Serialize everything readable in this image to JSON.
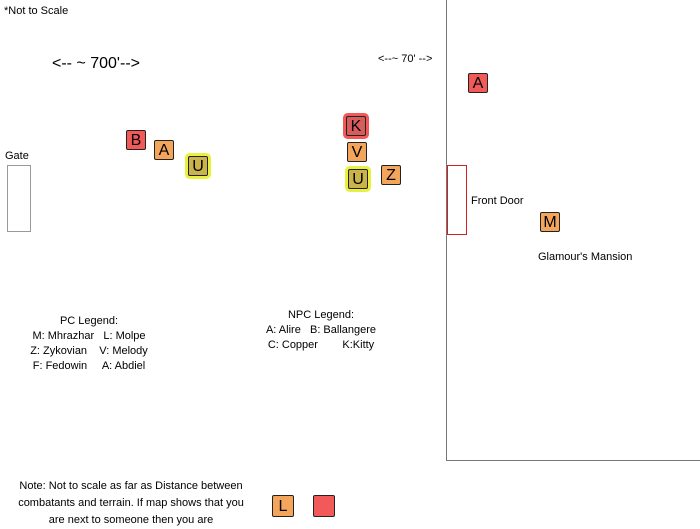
{
  "header": {
    "not_to_scale": "*Not to Scale"
  },
  "scale": {
    "wide": "<-- ~ 700'-->",
    "narrow": "<--~ 70' -->"
  },
  "terrain": {
    "gate_label": "Gate",
    "front_door_label": "Front Door",
    "mansion_label": "Glamour's Mansion"
  },
  "tokens": {
    "b_left": "B",
    "a_left": "A",
    "u_left": "U",
    "k_mid": "K",
    "v_mid": "V",
    "u_mid": "U",
    "z_mid": "Z",
    "a_right": "A",
    "m_right": "M",
    "l_bottom": "L",
    "blank_bottom": ""
  },
  "pc_legend": {
    "title": "PC Legend:",
    "line1": "M: Mhrazhar   L: Molpe",
    "line2": "Z: Zykovian    V: Melody",
    "line3": "F: Fedowin     A: Abdiel"
  },
  "npc_legend": {
    "title": "NPC Legend:",
    "line1": "A: Alire   B: Ballangere",
    "line2": "C: Copper        K:Kitty"
  },
  "note": {
    "line1": "Note: Not to scale as far as Distance between",
    "line2": "combatants and terrain. If map shows that you",
    "line3": "are next to someone then you are"
  }
}
